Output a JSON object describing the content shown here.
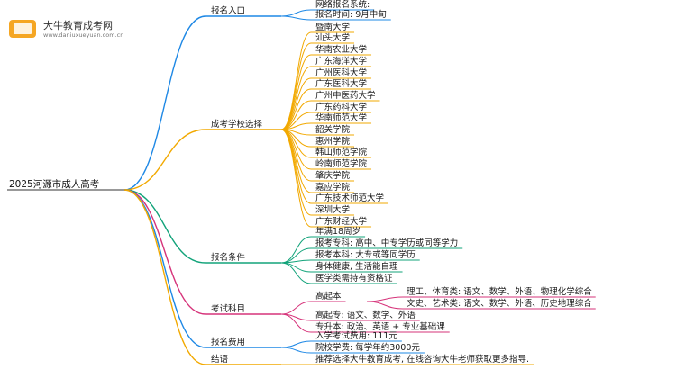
{
  "logo": {
    "name": "大牛教育成考网",
    "url": "www.daniuxueyuan.com.cn"
  },
  "root": "2025河源市成人高考",
  "branches": [
    {
      "title": "报名入口",
      "color": "#1e88e5",
      "leaves": [
        "网络报名系统:",
        "报名时间: 9月中旬"
      ]
    },
    {
      "title": "成考学校选择",
      "color": "#f2a900",
      "leaves": [
        "暨南大学",
        "汕头大学",
        "华南农业大学",
        "广东海洋大学",
        "广州医科大学",
        "广东医科大学",
        "广州中医药大学",
        "广东药科大学",
        "华南师范大学",
        "韶关学院",
        "惠州学院",
        "韩山师范学院",
        "岭南师范学院",
        "肇庆学院",
        "嘉应学院",
        "广东技术师范大学",
        "深圳大学",
        "广东财经大学"
      ]
    },
    {
      "title": "报名条件",
      "color": "#12a37a",
      "leaves": [
        "年满18周岁",
        "报考专科: 高中、中专学历或同等学力",
        "报考本科: 大专或等同学历",
        "身体健康, 生活能自理",
        "医学类需持有资格证"
      ]
    },
    {
      "title": "考试科目",
      "color": "#d6337a",
      "leaves": [
        {
          "label": "高起本",
          "children": [
            "理工、体育类: 语文、数学、外语、物理化学综合",
            "文史、艺术类: 语文、数学、外语、历史地理综合"
          ]
        },
        {
          "label": "高起专: 语文、数学、外语"
        },
        {
          "label": "专升本: 政治、英语 + 专业基础课"
        }
      ]
    },
    {
      "title": "报名费用",
      "color": "#1e88e5",
      "leaves": [
        "入学考试费用: 111元",
        "院校学费: 每学年约3000元"
      ]
    },
    {
      "title": "结语",
      "color": "#f2a900",
      "leaves": [
        "推荐选择大牛教育成考, 在线咨询大牛老师获取更多指导."
      ]
    }
  ]
}
